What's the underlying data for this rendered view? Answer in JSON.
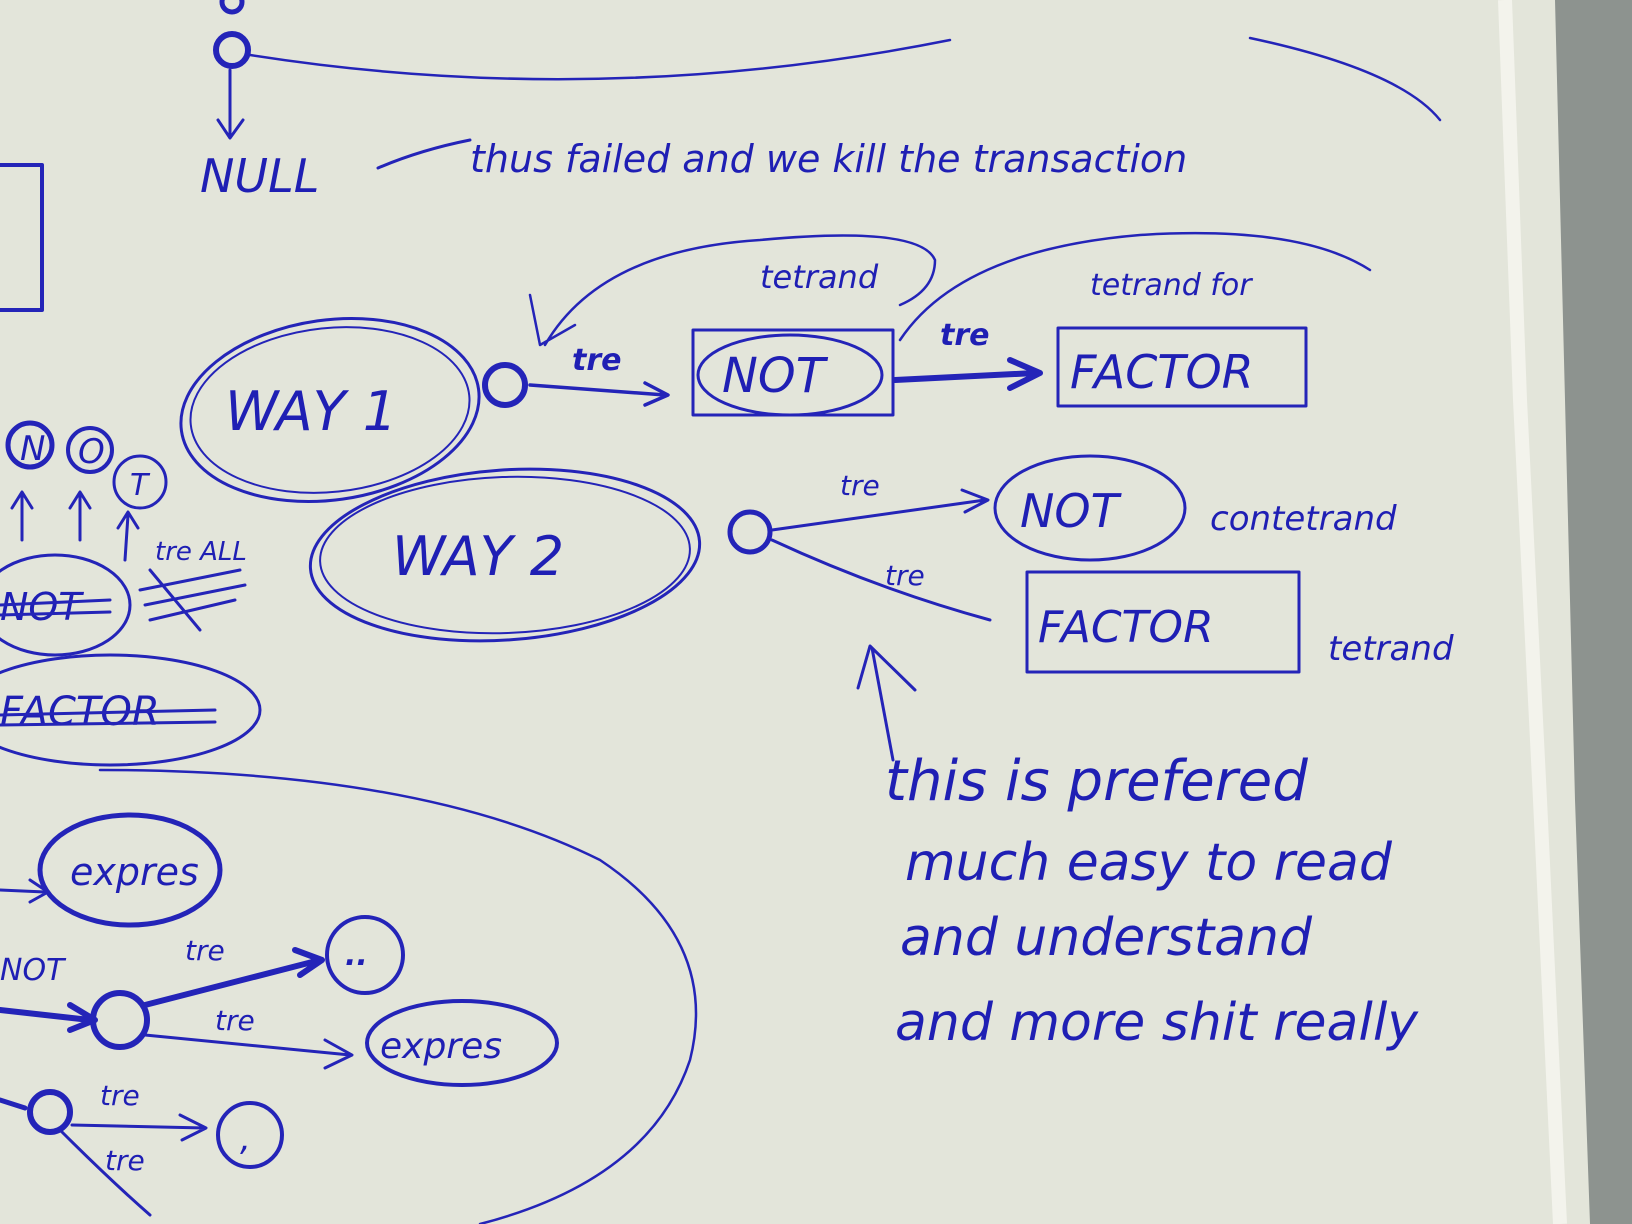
{
  "photo": {
    "subject": "handwritten-notebook-page",
    "ink_color": "#1f1fb4",
    "paper_color": "#e3e5dc",
    "background_color": "#8f9591"
  },
  "top": {
    "null_label": "NULL",
    "null_note": "thus failed and we kill the transaction"
  },
  "way1": {
    "label": "WAY 1",
    "edge1": "tre",
    "not_label": "NOT",
    "edge2": "tre",
    "factor_label": "FACTOR",
    "arc1_note": "tetrand",
    "arc2_note": "tetrand for"
  },
  "way2": {
    "label": "WAY 2",
    "edge1": "tre",
    "not_label": "NOT",
    "not_note": "contetrand",
    "edge2": "tre",
    "factor_label": "FACTOR",
    "factor_note": "tetrand"
  },
  "preferred_note": {
    "line1": "this is prefered",
    "line2": "much easy to read",
    "line3": "and understand",
    "line4": "and more shit really"
  },
  "left_margin": {
    "node_n": "N",
    "node_o": "O",
    "node_t": "T",
    "small_note": "tre ALL",
    "crossed_not": "NOT",
    "crossed_factor": "FACTOR",
    "node_expr1": "expres",
    "node_dots": "..",
    "node_expr2": "expres",
    "node_comma": ",",
    "edge_a": "tre",
    "edge_b": "tre",
    "edge_c": "tre",
    "edge_d": "tre",
    "edge_e": "NOT"
  }
}
